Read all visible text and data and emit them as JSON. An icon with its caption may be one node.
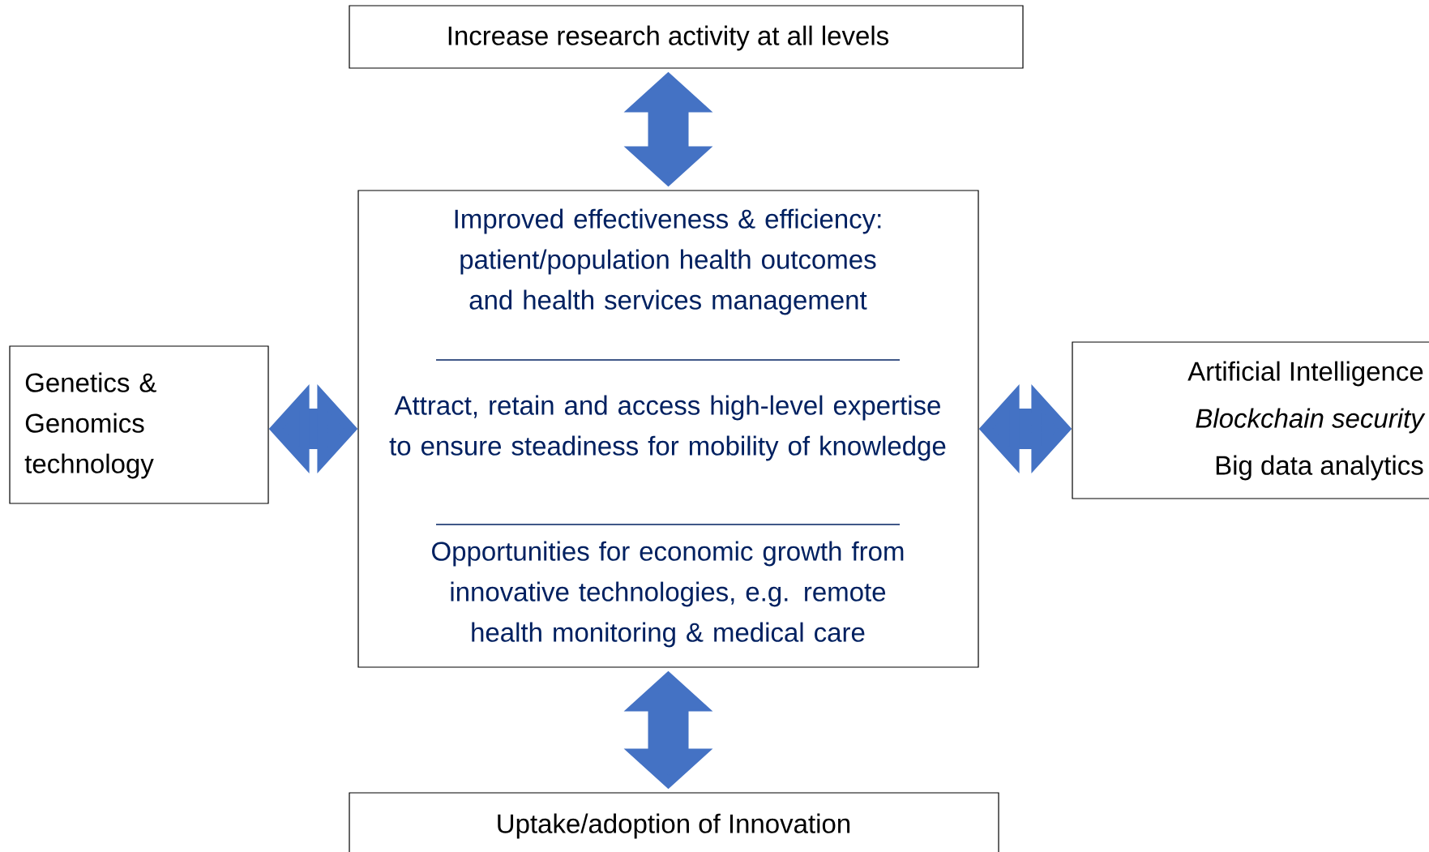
{
  "diagram": {
    "nodes": [
      {
        "text": [
          "Increase research activity at all levels"
        ]
      },
      {
        "text": [
          "Improved effectiveness & efficiency: patient/population health outcomes and health services management",
          "Attract, retain and access high-level expertise to ensure steadiness for mobility of knowledge",
          "Opportunities for economic growth from innovative technologies, e.g. remote health monitoring & medical care"
        ]
      },
      {
        "text": [
          "Genetics & Genomics technology"
        ]
      },
      {
        "text": [
          "Artificial Intelligence",
          "Blockchain security",
          "Big data analytics"
        ]
      },
      {
        "text": [
          "Uptake/adoption of Innovation"
        ]
      }
    ],
    "edges": [
      {
        "from": 1,
        "to": 0,
        "arrow": "both"
      },
      {
        "from": 1,
        "to": 2,
        "arrow": "both"
      },
      {
        "from": 1,
        "to": 3,
        "arrow": "both"
      },
      {
        "from": 1,
        "to": 4,
        "arrow": "both"
      }
    ]
  }
}
